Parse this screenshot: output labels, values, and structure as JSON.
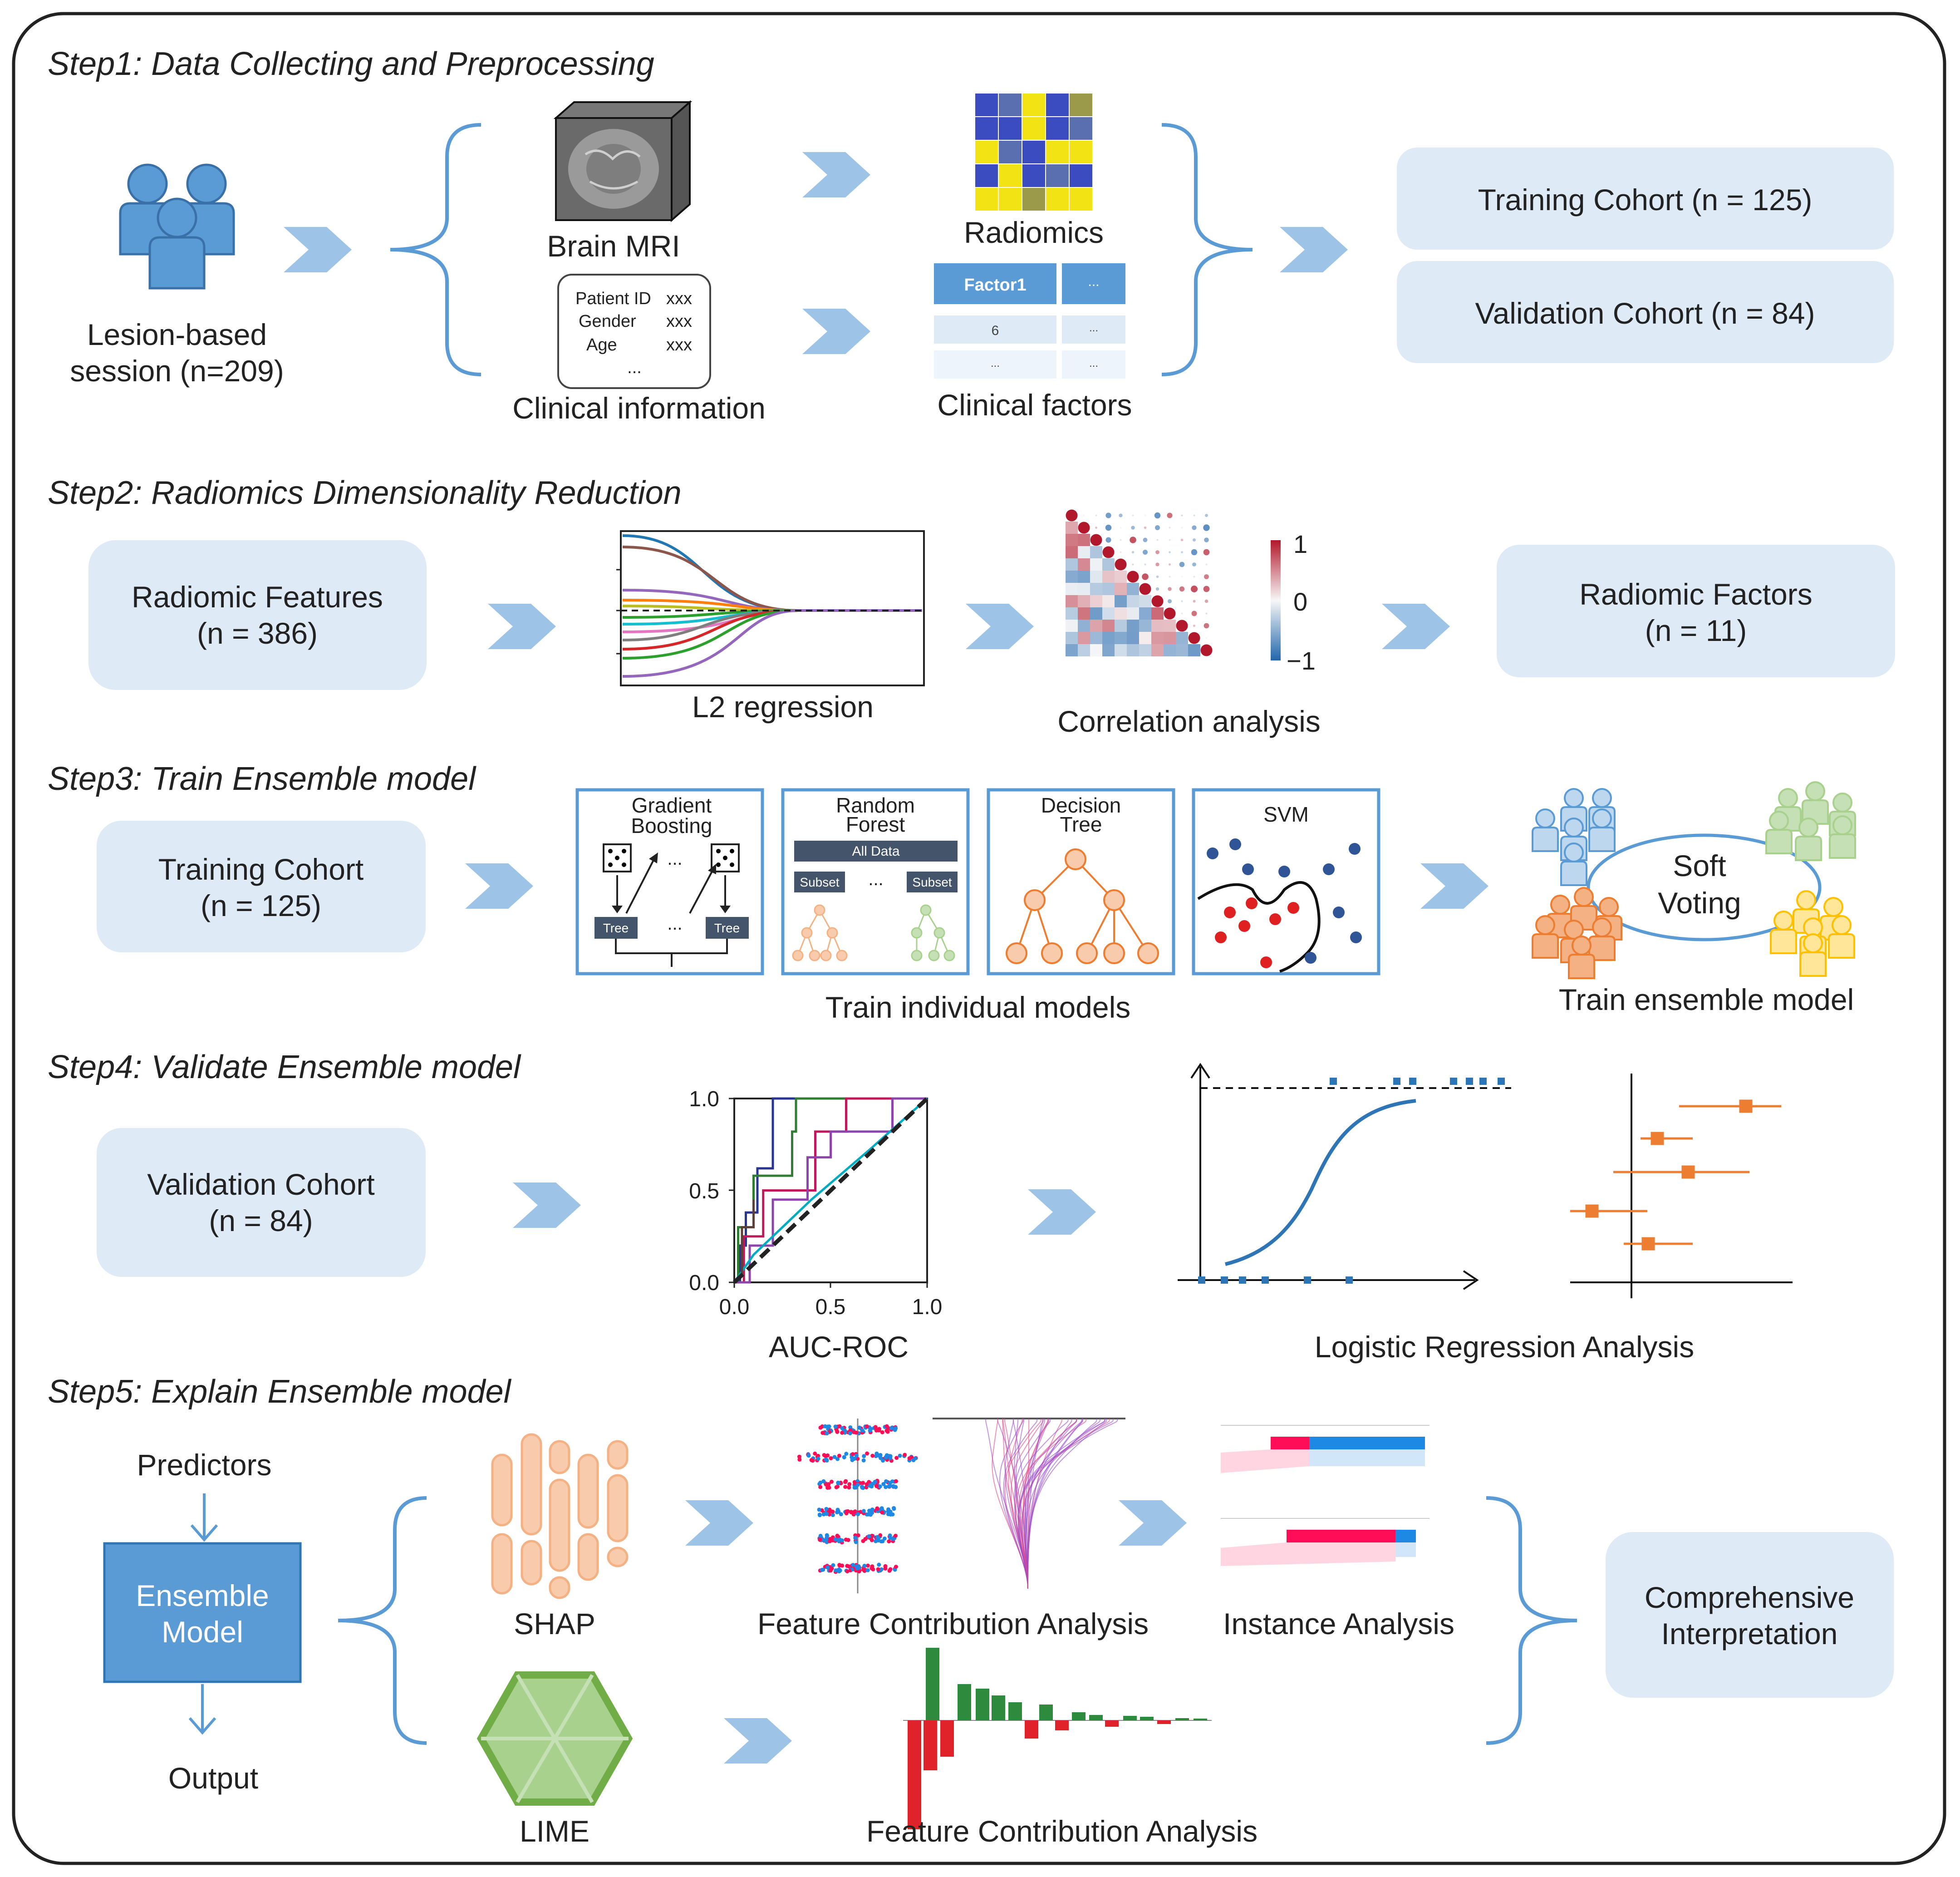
{
  "steps": [
    {
      "title": "Step1: Data Collecting and Preprocessing"
    },
    {
      "title": "Step2: Radiomics Dimensionality Reduction"
    },
    {
      "title": "Step3: Train Ensemble model"
    },
    {
      "title": "Step4: Validate Ensemble model"
    },
    {
      "title": "Step5: Explain Ensemble model"
    }
  ],
  "step1": {
    "lesion_line1": "Lesion-based",
    "lesion_line2": "session (n=209)",
    "brain_mri": "Brain MRI",
    "clinical_card": {
      "patient_id": "Patient ID",
      "gender": "Gender",
      "age": "Age",
      "value": "xxx",
      "ellipsis": "..."
    },
    "clinical_information": "Clinical information",
    "radiomics": "Radiomics",
    "factor_table": {
      "header1": "Factor1",
      "header2": "...",
      "cell": "6",
      "ellipsis": "..."
    },
    "clinical_factors": "Clinical factors",
    "training_cohort": "Training Cohort (n = 125)",
    "validation_cohort": "Validation Cohort (n = 84)"
  },
  "step2": {
    "radiomic_features_line1": "Radiomic Features",
    "radiomic_features_line2": "(n = 386)",
    "l2_label": "L2 regression",
    "correlation_label": "Correlation analysis",
    "colorbar_ticks": [
      "1",
      "0",
      "−1"
    ],
    "radiomic_factors_line1": "Radiomic Factors",
    "radiomic_factors_line2": "(n = 11)"
  },
  "step3": {
    "training_line1": "Training Cohort",
    "training_line2": "(n = 125)",
    "gb_title1": "Gradient",
    "gb_title2": "Boosting",
    "tree": "Tree",
    "dots": "...",
    "rf_title1": "Random",
    "rf_title2": "Forest",
    "all_data": "All Data",
    "subset": "Subset",
    "dt_title1": "Decision",
    "dt_title2": "Tree",
    "svm_title": "SVM",
    "individual_label": "Train individual models",
    "soft_voting1": "Soft",
    "soft_voting2": "Voting",
    "ensemble_label": "Train ensemble model"
  },
  "step4": {
    "validation_line1": "Validation Cohort",
    "validation_line2": "(n = 84)",
    "roc_label": "AUC-ROC",
    "roc_yticks": [
      "1.0",
      "0.5",
      "0.0"
    ],
    "roc_xticks": [
      "0.0",
      "0.5",
      "1.0"
    ],
    "logistic_label": "Logistic Regression Analysis"
  },
  "step5": {
    "predictors": "Predictors",
    "ensemble_line1": "Ensemble",
    "ensemble_line2": "Model",
    "output": "Output",
    "shap": "SHAP",
    "lime": "LIME",
    "feature_contribution_1": "Feature Contribution Analysis",
    "instance_analysis": "Instance Analysis",
    "feature_contribution_2": "Feature Contribution Analysis",
    "comprehensive_line1": "Comprehensive",
    "comprehensive_line2": "Interpretation"
  },
  "colors": {
    "accent": "#5b9bd5",
    "box_fill": "#deebf7",
    "arrow": "#9dc3e6",
    "orange": "#ed7d31",
    "green": "#70ad47",
    "yellow": "#ffc000",
    "lime_green": "#70ad47"
  }
}
